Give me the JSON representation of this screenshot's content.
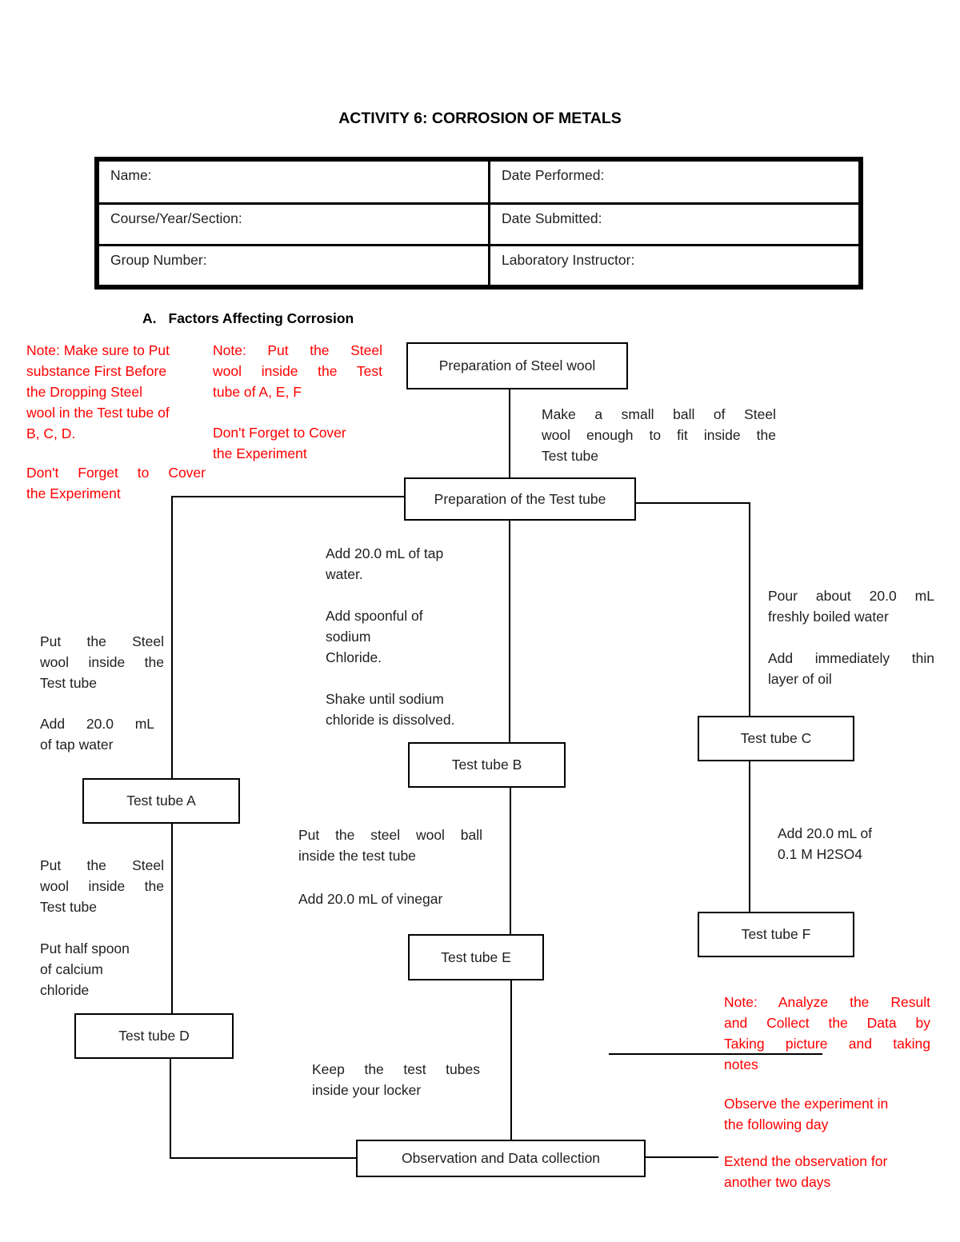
{
  "page": {
    "title": "ACTIVITY 6: CORROSION OF METALS"
  },
  "info_table": {
    "rows": [
      {
        "left": "Name:",
        "right": "Date Performed:"
      },
      {
        "left": "Course/Year/Section:",
        "right": "Date Submitted:"
      },
      {
        "left": "Group Number:",
        "right": "Laboratory Instructor:"
      }
    ]
  },
  "section": {
    "number": "A.",
    "title": "Factors Affecting Corrosion"
  },
  "red_notes": {
    "note_bcd": [
      "Note: Make sure to Put",
      "substance First Before",
      "the Dropping Steel",
      "wool in the Test tube of",
      "B, C, D."
    ],
    "cover1": [
      "Don't Forget to Cover",
      "the Experiment"
    ],
    "note_aef": [
      "Note: Put the Steel",
      "wool inside the Test",
      "tube of A, E, F"
    ],
    "cover2": [
      "Don't Forget to Cover",
      "the Experiment"
    ],
    "analyze": [
      "Note: Analyze the Result",
      "and Collect the Data by",
      "Taking picture and taking",
      "notes"
    ],
    "observe": [
      "Observe the experiment in",
      "the following day"
    ],
    "extend": [
      "Extend the observation for",
      "another two days"
    ]
  },
  "flowchart": {
    "boxes": {
      "prep_steel_wool": "Preparation of Steel wool",
      "prep_test_tube": "Preparation of the Test tube",
      "test_tube_a": "Test tube A",
      "test_tube_b": "Test tube B",
      "test_tube_c": "Test tube C",
      "test_tube_d": "Test tube D",
      "test_tube_e": "Test tube E",
      "test_tube_f": "Test tube F",
      "observation": "Observation and Data collection"
    },
    "steps": {
      "make_ball": [
        "Make a small ball of Steel",
        "wool enough to fit inside the",
        "Test tube"
      ],
      "add_tap_water_b": [
        "Add 20.0 mL of tap",
        "water."
      ],
      "add_spoonful_nacl": [
        "Add spoonful of",
        "sodium",
        "Chloride."
      ],
      "shake_dissolve": [
        "Shake until sodium",
        "chloride is dissolved."
      ],
      "pour_boiled_water": [
        "Pour about 20.0 mL",
        "freshly boiled water"
      ],
      "add_oil_layer": [
        "Add immediately thin",
        "layer of oil"
      ],
      "put_steel_wool_a": [
        "Put the Steel",
        "wool inside the",
        "Test tube"
      ],
      "add_tap_water_a": [
        "Add 20.0 mL",
        "of tap water"
      ],
      "put_ball_b": [
        "Put the steel wool ball",
        "inside the test tube"
      ],
      "add_vinegar": [
        "Add 20.0 mL of vinegar"
      ],
      "put_steel_wool_d": [
        "Put the Steel",
        "wool inside the",
        "Test tube"
      ],
      "put_half_spoon_cacl2": [
        "Put half spoon",
        "of calcium",
        "chloride"
      ],
      "add_h2so4": [
        "Add 20.0 mL of",
        "0.1 M H2SO4"
      ],
      "keep_locker": [
        "Keep the test tubes",
        "inside your locker"
      ]
    }
  },
  "colors": {
    "red": "#ff0000",
    "ink": "#1f1f1f",
    "line": "#000000"
  }
}
